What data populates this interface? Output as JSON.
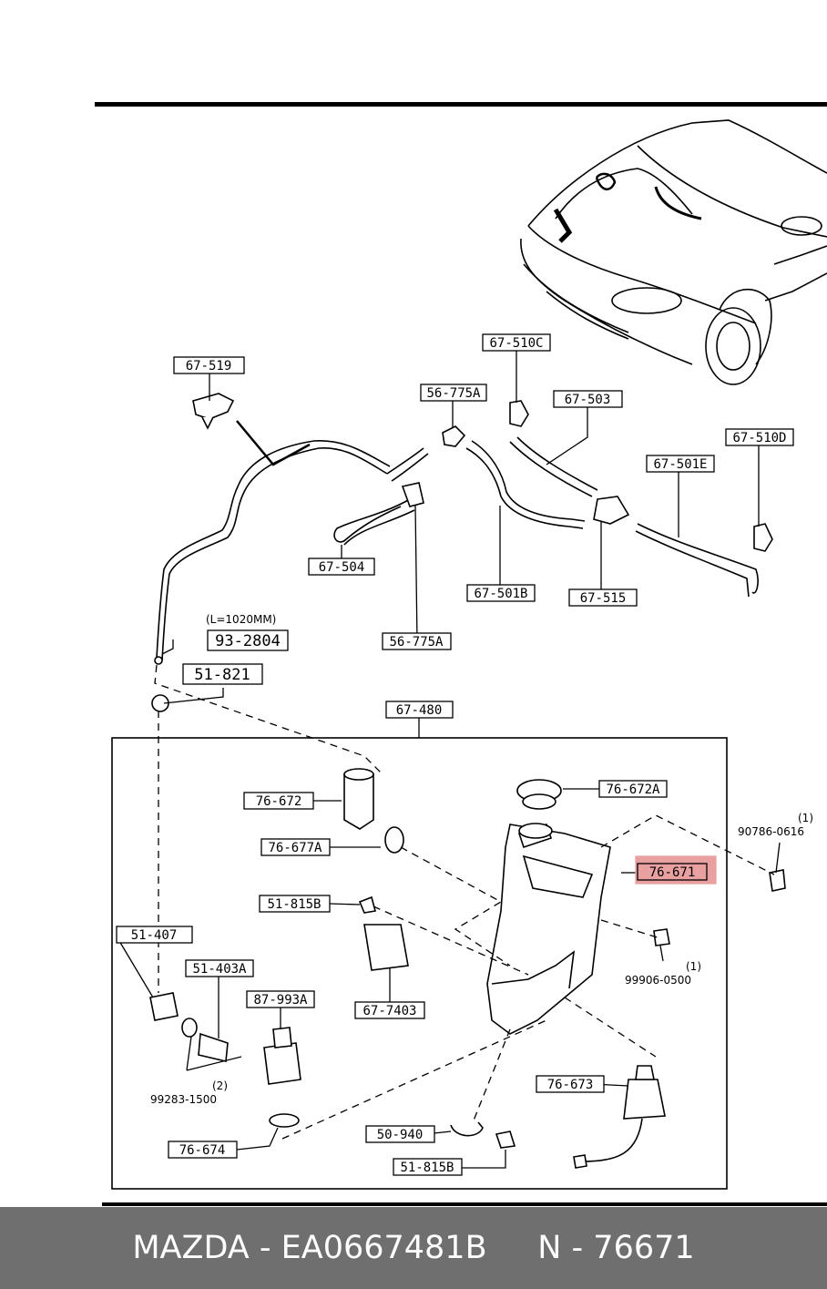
{
  "labels": {
    "l67519": "67-519",
    "l67510c": "67-510C",
    "l56775a_top": "56-775A",
    "l67503": "67-503",
    "l67510d": "67-510D",
    "l67501e": "67-501E",
    "l67504": "67-504",
    "l67501b": "67-501B",
    "l67515": "67-515",
    "l56775a_low": "56-775A",
    "l932804": "93-2804",
    "l51821": "51-821",
    "l67480": "67-480",
    "l76672": "76-672",
    "l76672a": "76-672A",
    "l76677a": "76-677A",
    "l76671": "76-671",
    "l51815b_top": "51-815B",
    "l51407": "51-407",
    "l51403a": "51-403A",
    "l87993a": "87-993A",
    "l677403": "67-7403",
    "l76673": "76-673",
    "l50940": "50-940",
    "l51815b_low": "51-815B",
    "l76674": "76-674"
  },
  "notes": {
    "hose_length": "(L=1020MM)",
    "bolt_qty": "(1)",
    "bolt_part": "90786-0616",
    "nut_qty": "(1)",
    "nut_part": "99906-0500",
    "clamp_qty": "(2)",
    "clamp_part": "99283-1500"
  },
  "highlight_color": "#e8a0a0",
  "footer": {
    "brand": "MAZDA",
    "sep": " - ",
    "part_number": "EA0667481B",
    "n_label": "N - ",
    "n_value": "76671"
  }
}
